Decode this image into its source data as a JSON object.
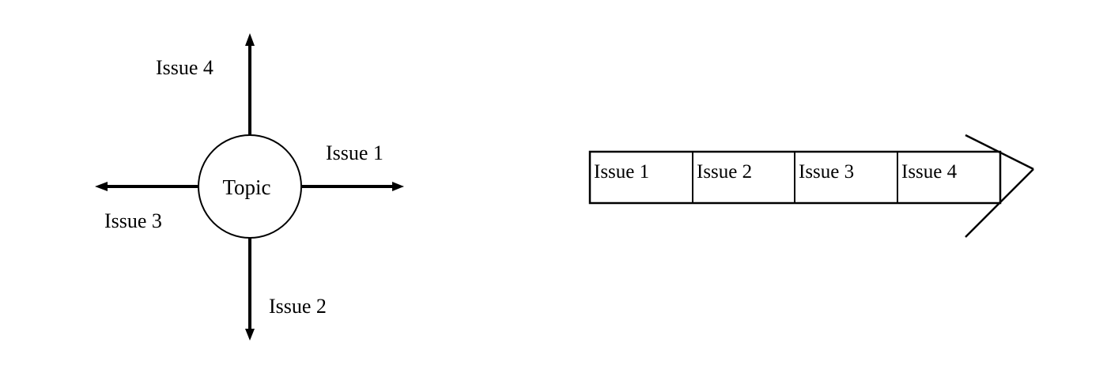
{
  "radial": {
    "center_label": "Topic",
    "issues": {
      "issue1": "Issue 1",
      "issue2": "Issue 2",
      "issue3": "Issue 3",
      "issue4": "Issue 4"
    }
  },
  "linear": {
    "cells": [
      "Issue 1",
      "Issue 2",
      "Issue 3",
      "Issue 4"
    ]
  },
  "colors": {
    "stroke": "#000000",
    "background": "#ffffff"
  }
}
